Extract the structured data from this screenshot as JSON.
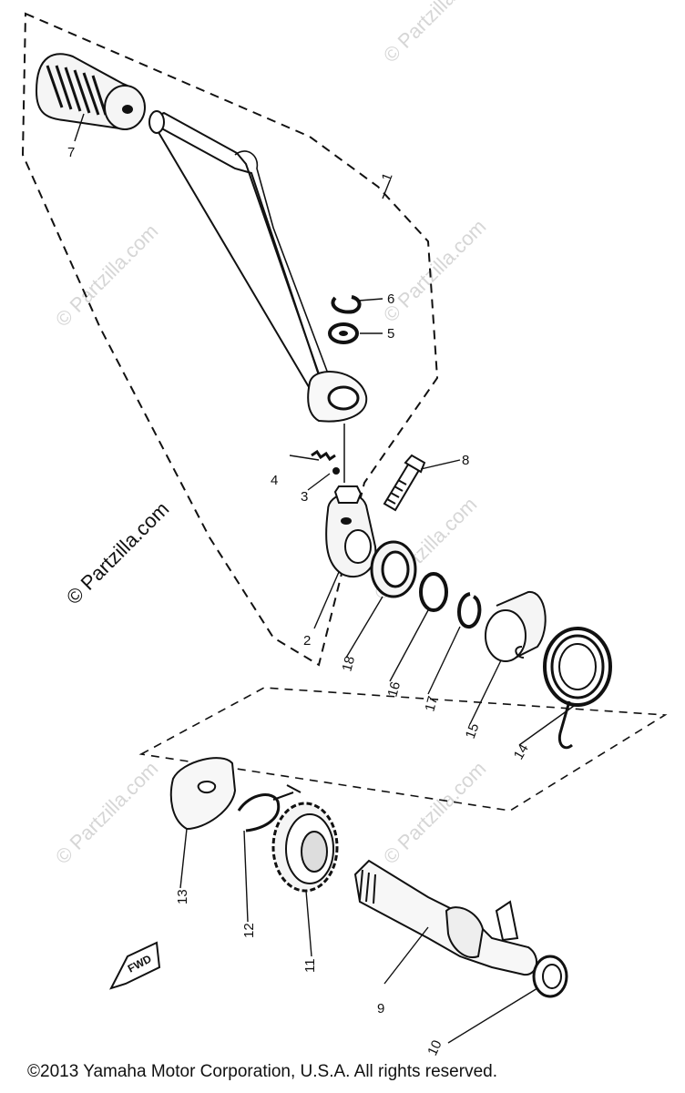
{
  "parts": [
    {
      "id": "callout-1",
      "label": "1"
    },
    {
      "id": "callout-2",
      "label": "2"
    },
    {
      "id": "callout-3",
      "label": "3"
    },
    {
      "id": "callout-4",
      "label": "4"
    },
    {
      "id": "callout-5",
      "label": "5"
    },
    {
      "id": "callout-6",
      "label": "6"
    },
    {
      "id": "callout-7",
      "label": "7"
    },
    {
      "id": "callout-8",
      "label": "8"
    },
    {
      "id": "callout-9",
      "label": "9"
    },
    {
      "id": "callout-10",
      "label": "10"
    },
    {
      "id": "callout-11",
      "label": "11"
    },
    {
      "id": "callout-12",
      "label": "12"
    },
    {
      "id": "callout-13",
      "label": "13"
    },
    {
      "id": "callout-14",
      "label": "14"
    },
    {
      "id": "callout-15",
      "label": "15"
    },
    {
      "id": "callout-16",
      "label": "16"
    },
    {
      "id": "callout-17",
      "label": "17"
    },
    {
      "id": "callout-18",
      "label": "18"
    }
  ],
  "fwd_label": "FWD",
  "watermark": "© Partzilla.com",
  "copyright": "©2013 Yamaha Motor Corporation, U.S.A. All rights reserved."
}
